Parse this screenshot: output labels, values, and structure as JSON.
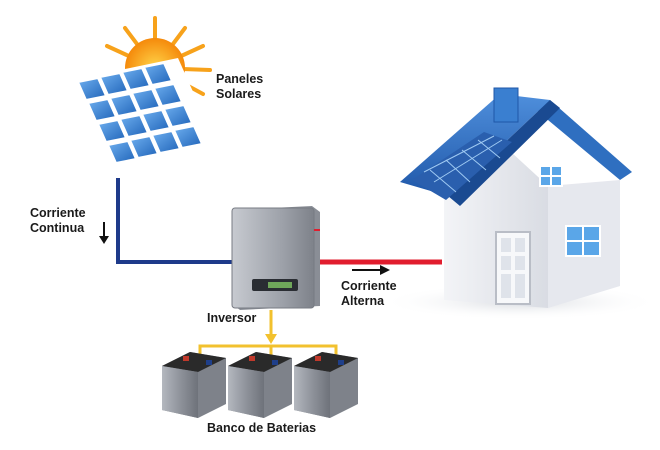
{
  "diagram": {
    "labels": {
      "solar_panels": [
        "Paneles",
        "Solares"
      ],
      "dc_current": [
        "Corriente",
        "Continua"
      ],
      "inverter": "Inversor",
      "ac_current": [
        "Corriente",
        "Alterna"
      ],
      "battery_bank": "Banco de Baterias"
    },
    "colors": {
      "dc_wire": "#1e3a8a",
      "ac_wire": "#e11d2e",
      "battery_wire": "#f2c12e",
      "panel_cell": "#3b7fd6",
      "sun": "#f7a21b",
      "roof": "#2f6fc0",
      "house_wall": "#eef0f4",
      "window": "#5aa6e8",
      "inverter_body": "#a9adb5",
      "battery_body": "#9a9ea6",
      "battery_top": "#2a2a2a"
    },
    "battery_count": 3
  }
}
